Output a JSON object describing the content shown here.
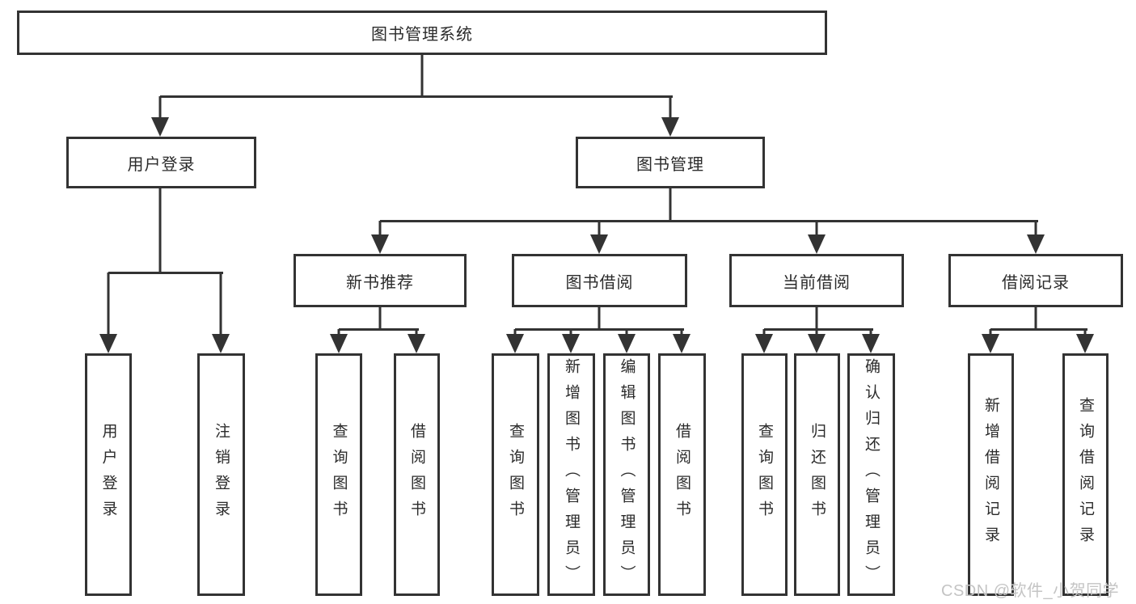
{
  "colors": {
    "line": "#333333",
    "text": "#2b2b2b",
    "watermark": "#c4c4c4",
    "background": "#ffffff"
  },
  "watermark": {
    "text": "CSDN @软件_小贺同学"
  },
  "tree": {
    "root": {
      "label": "图书管理系统"
    },
    "branches": [
      {
        "label": "用户登录",
        "children": [
          {
            "label": "用户登录"
          },
          {
            "label": "注销登录"
          }
        ]
      },
      {
        "label": "图书管理",
        "groups": [
          {
            "label": "新书推荐",
            "children": [
              {
                "label": "查询图书"
              },
              {
                "label": "借阅图书"
              }
            ]
          },
          {
            "label": "图书借阅",
            "children": [
              {
                "label": "查询图书"
              },
              {
                "label": "新增图书（管理员）"
              },
              {
                "label": "编辑图书（管理员）"
              },
              {
                "label": "借阅图书"
              }
            ]
          },
          {
            "label": "当前借阅",
            "children": [
              {
                "label": "查询图书"
              },
              {
                "label": "归还图书"
              },
              {
                "label": "确认归还（管理员）"
              }
            ]
          },
          {
            "label": "借阅记录",
            "children": [
              {
                "label": "新增借阅记录"
              },
              {
                "label": "查询借阅记录"
              }
            ]
          }
        ]
      }
    ]
  }
}
